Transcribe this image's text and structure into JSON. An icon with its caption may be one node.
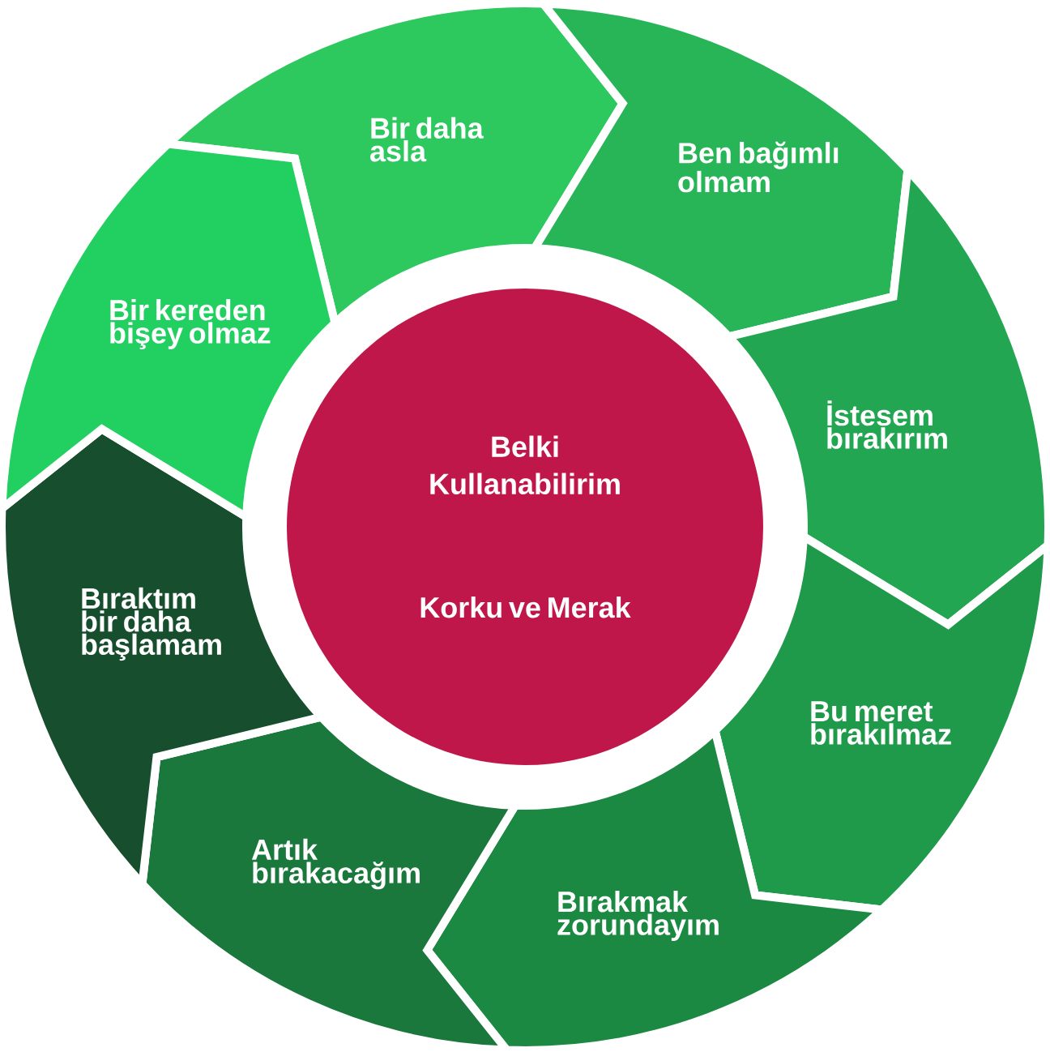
{
  "diagram": {
    "nodes": [
      {
        "text": [
          "Bir daha asla"
        ]
      },
      {
        "text": [
          "Ben bağımlı olmam"
        ]
      },
      {
        "text": [
          "İstesem bırakırım"
        ]
      },
      {
        "text": [
          "Bu meret bırakılmaz"
        ]
      },
      {
        "text": [
          "Bırakmak zorundayım"
        ]
      },
      {
        "text": [
          "Artık bırakacağım"
        ]
      },
      {
        "text": [
          "Bıraktım bir daha başlamam"
        ]
      },
      {
        "text": [
          "Bir kereden bişey olmaz"
        ]
      },
      {
        "text": [
          "Belki Kullanabilirim",
          "Korku ve Merak"
        ]
      }
    ]
  }
}
